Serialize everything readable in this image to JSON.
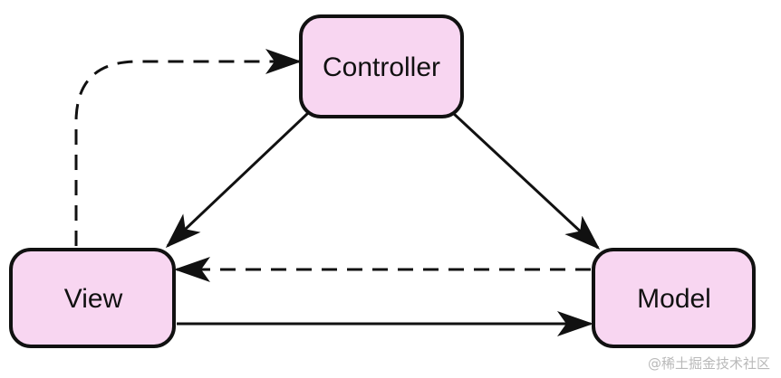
{
  "diagram": {
    "nodes": {
      "controller": {
        "label": "Controller"
      },
      "view": {
        "label": "View"
      },
      "model": {
        "label": "Model"
      }
    },
    "edges": [
      {
        "from": "controller",
        "to": "view",
        "style": "solid"
      },
      {
        "from": "controller",
        "to": "model",
        "style": "solid"
      },
      {
        "from": "view",
        "to": "model",
        "style": "solid"
      },
      {
        "from": "model",
        "to": "view",
        "style": "dashed"
      },
      {
        "from": "view",
        "to": "controller",
        "style": "dashed"
      }
    ],
    "colors": {
      "node_fill": "#f8d6f1",
      "node_stroke": "#111111",
      "edge": "#111111",
      "watermark": "#b9b9b9"
    }
  },
  "watermark": "@稀土掘金技术社区"
}
